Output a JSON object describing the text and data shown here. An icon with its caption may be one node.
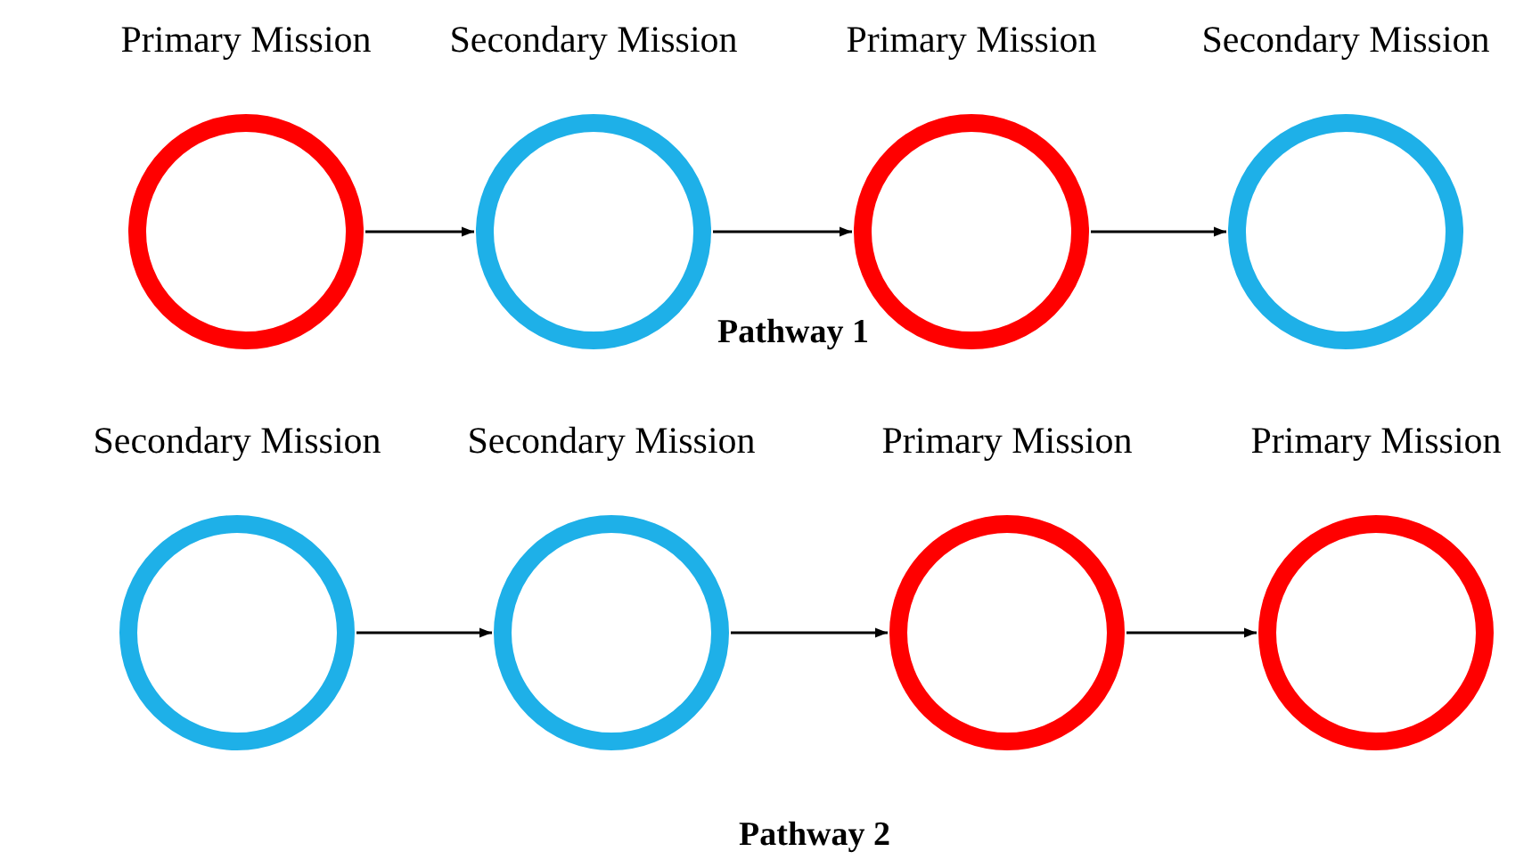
{
  "diagram": {
    "nodes": [
      {
        "text": [
          "Primary Mission"
        ]
      },
      {
        "text": [
          "Secondary Mission"
        ]
      },
      {
        "text": [
          "Primary Mission"
        ]
      },
      {
        "text": [
          "Secondary Mission"
        ]
      },
      {
        "text": [
          "Secondary Mission"
        ]
      },
      {
        "text": [
          "Secondary Mission"
        ]
      },
      {
        "text": [
          "Primary Mission"
        ]
      },
      {
        "text": [
          "Primary Mission"
        ]
      }
    ],
    "edges": [
      {
        "from": 0,
        "to": 1,
        "arrow": "to"
      },
      {
        "from": 1,
        "to": 2,
        "arrow": "to"
      },
      {
        "from": 2,
        "to": 3,
        "arrow": "to"
      },
      {
        "from": 4,
        "to": 5,
        "arrow": "to"
      },
      {
        "from": 5,
        "to": 6,
        "arrow": "to"
      },
      {
        "from": 6,
        "to": 7,
        "arrow": "to"
      }
    ],
    "labels": [
      "Pathway 1",
      "Pathway 2"
    ]
  }
}
